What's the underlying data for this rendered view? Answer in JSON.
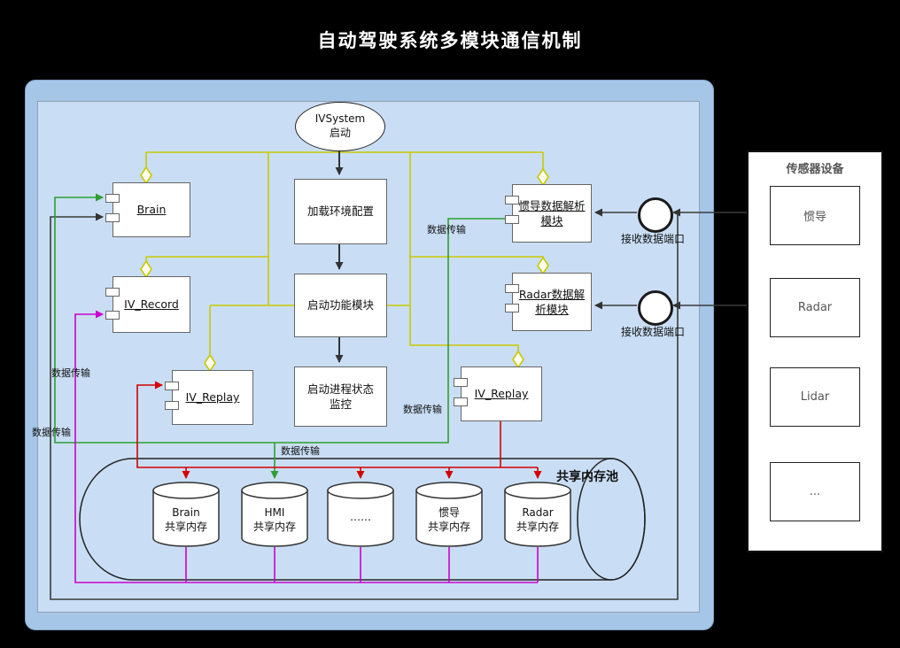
{
  "title": "自动驾驶系统多模块通信机制",
  "flow": {
    "start": "IVSystem\n启动",
    "load_config": "加载环境配置",
    "start_modules": "启动功能模块",
    "process_monitor": "启动进程状态\n监控"
  },
  "components": {
    "brain": "Brain",
    "iv_record": "IV_Record",
    "iv_replay_left": "IV_Replay",
    "iv_replay_right": "IV_Replay",
    "ins_parser": "惯导数据解析\n模块",
    "radar_parser": "Radar数据解\n析模块"
  },
  "ports": {
    "receive_port_1": "接收数据端口",
    "receive_port_2": "接收数据端口"
  },
  "sensors": {
    "title": "传感器设备",
    "items": [
      "惯导",
      "Radar",
      "Lidar",
      "..."
    ]
  },
  "pool": {
    "title": "共享内存池",
    "stores": [
      "Brain\n共享内存",
      "HMI\n共享内存",
      "……",
      "惯导\n共享内存",
      "Radar\n共享内存"
    ]
  },
  "labels": {
    "data_transfer": "数据传输"
  },
  "colors": {
    "canvas_bg": "#000000",
    "outer_fill": "#a6c6e8",
    "inner_fill": "#c9def5",
    "yellow": "#c9c900",
    "green": "#2f9e31",
    "red": "#d40000",
    "magenta": "#cc00cc",
    "line_dark": "#3a3a3a",
    "arrow_black": "#333333"
  }
}
